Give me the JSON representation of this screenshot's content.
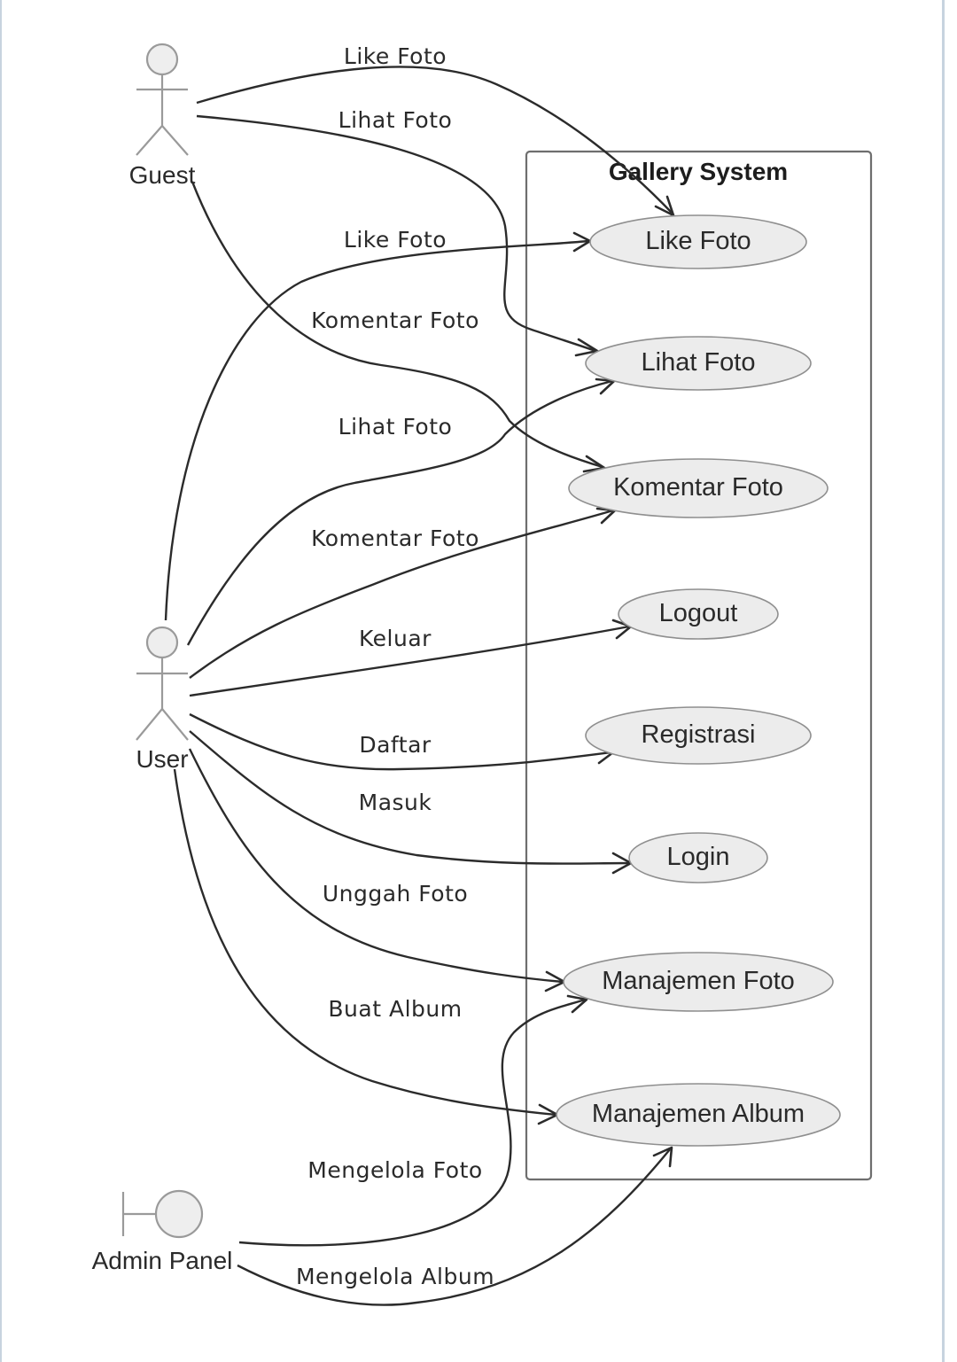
{
  "diagram": {
    "system": {
      "title": "Gallery System"
    },
    "actors": {
      "guest": "Guest",
      "user": "User",
      "admin": "Admin Panel"
    },
    "use_cases": {
      "like_foto": "Like Foto",
      "lihat_foto": "Lihat Foto",
      "komentar_foto": "Komentar Foto",
      "logout": "Logout",
      "registrasi": "Registrasi",
      "login": "Login",
      "manajemen_foto": "Manajemen Foto",
      "manajemen_album": "Manajemen Album"
    },
    "edges": {
      "guest_like": "Like Foto",
      "guest_lihat": "Lihat Foto",
      "user_like": "Like Foto",
      "guest_komentar": "Komentar Foto",
      "user_lihat": "Lihat Foto",
      "user_komentar": "Komentar Foto",
      "user_keluar": "Keluar",
      "user_daftar": "Daftar",
      "user_masuk": "Masuk",
      "user_unggah": "Unggah Foto",
      "user_album": "Buat Album",
      "admin_foto": "Mengelola Foto",
      "admin_album": "Mengelola Album"
    },
    "colors": {
      "line": "#2b2b2b",
      "actor": "#9a9a9a",
      "usecase_fill": "#ececec",
      "boundary": "#6e6e6e"
    }
  }
}
